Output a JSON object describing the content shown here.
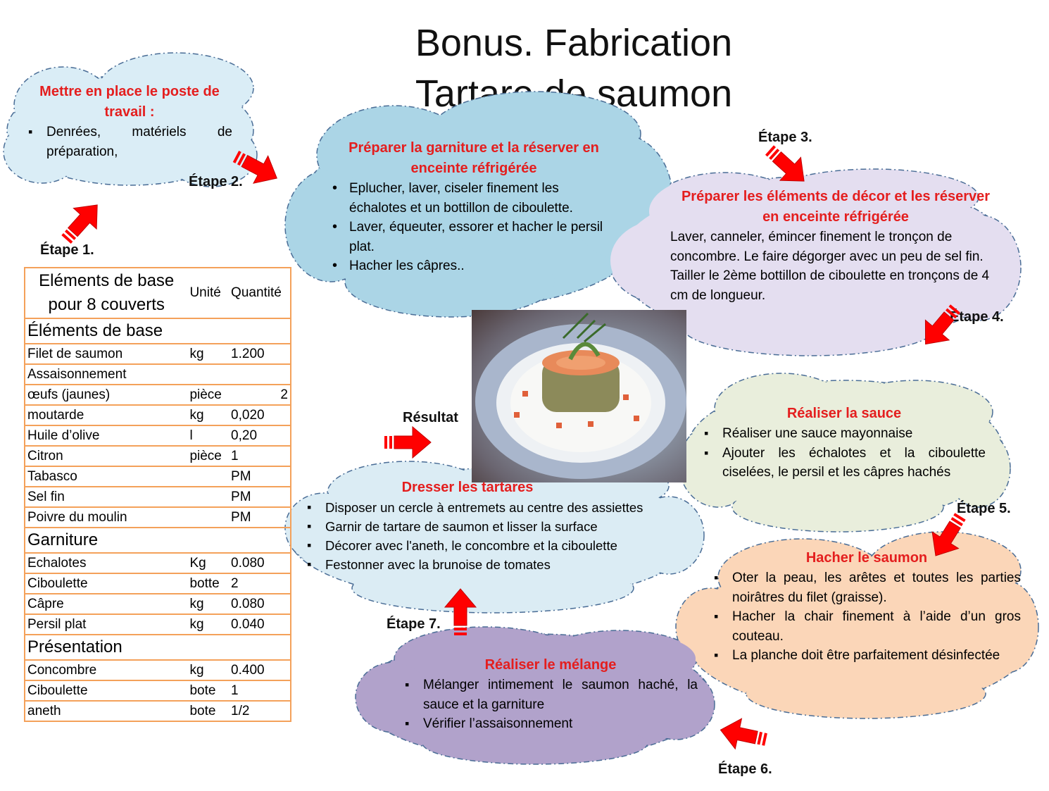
{
  "title": {
    "line1": "Bonus. Fabrication",
    "line2": "Tartare de saumon"
  },
  "steps": {
    "s1": "Étape 1.",
    "s2": "Étape 2.",
    "s3": "Étape 3.",
    "s4": "Étape 4.",
    "s5": "Étape 5.",
    "s6": "Étape 6.",
    "s7": "Étape 7.",
    "result": "Résultat"
  },
  "clouds": {
    "poste": {
      "title": "Mettre en place le poste de travail :",
      "items": [
        "Denrées, matériels de préparation,"
      ]
    },
    "garniture": {
      "title": "Préparer la garniture et la réserver en enceinte réfrigérée",
      "items": [
        "Eplucher, laver, ciseler finement les échalotes et un bottillon de ciboulette.",
        "Laver, équeuter, essorer et hacher le persil plat.",
        "Hacher les câpres.."
      ]
    },
    "decor": {
      "title": "Préparer les éléments de décor et les réserver en enceinte réfrigérée",
      "p1": "Laver, canneler, émincer finement le tronçon de concombre. Le faire dégorger avec un peu de sel fin.",
      "p2": "Tailler le 2ème bottillon de ciboulette en tronçons de 4 cm de longueur."
    },
    "sauce": {
      "title": "Réaliser la sauce",
      "items": [
        "Réaliser une sauce mayonnaise",
        "Ajouter les échalotes et la ciboulette ciselées, le persil et les câpres hachés"
      ]
    },
    "hacher": {
      "title": "Hacher le saumon",
      "items": [
        "Oter la peau, les arêtes et toutes les parties noirâtres du filet (graisse).",
        "Hacher la chair finement à l’aide d’un gros couteau.",
        "La planche doit être parfaitement désinfectée"
      ]
    },
    "melange": {
      "title": "Réaliser le mélange",
      "items": [
        "Mélanger intimement le saumon haché, la sauce et la garniture",
        "Vérifier l’assaisonnement"
      ]
    },
    "dresser": {
      "title": "Dresser les tartares",
      "items": [
        "Disposer un cercle à entremets au centre des assiettes",
        "Garnir de tartare de saumon et lisser la surface",
        "Décorer avec l'aneth, le concombre et la ciboulette",
        "Festonner avec la brunoise de tomates"
      ]
    }
  },
  "table": {
    "header": [
      "Eléments de base pour 8 couverts",
      "Unité",
      "Quantité"
    ],
    "rows": [
      {
        "section": "Éléments de base"
      },
      {
        "name": "Filet de saumon",
        "unit": "kg",
        "qty": "1.200"
      },
      {
        "name": "Assaisonnement",
        "unit": "",
        "qty": ""
      },
      {
        "name": "œufs (jaunes)",
        "unit": "pièce",
        "qty": "2",
        "align": "right"
      },
      {
        "name": "moutarde",
        "unit": "kg",
        "qty": "0,020"
      },
      {
        "name": "Huile d’olive",
        "unit": "l",
        "qty": "0,20"
      },
      {
        "name": "Citron",
        "unit": "pièce",
        "qty": "1"
      },
      {
        "name": "Tabasco",
        "unit": "",
        "qty": "PM"
      },
      {
        "name": "Sel fin",
        "unit": "",
        "qty": "PM"
      },
      {
        "name": "Poivre du moulin",
        "unit": "",
        "qty": "PM"
      },
      {
        "section": "Garniture"
      },
      {
        "name": "Echalotes",
        "unit": "Kg",
        "qty": "0.080"
      },
      {
        "name": "Ciboulette",
        "unit": "botte",
        "qty": "2"
      },
      {
        "name": "Câpre",
        "unit": "kg",
        "qty": "0.080"
      },
      {
        "name": "Persil plat",
        "unit": "kg",
        "qty": "0.040"
      },
      {
        "section": "Présentation"
      },
      {
        "name": "Concombre",
        "unit": "kg",
        "qty": "0.400"
      },
      {
        "name": "Ciboulette",
        "unit": "bote",
        "qty": "1"
      },
      {
        "name": "aneth",
        "unit": "bote",
        "qty": "1/2"
      }
    ]
  }
}
